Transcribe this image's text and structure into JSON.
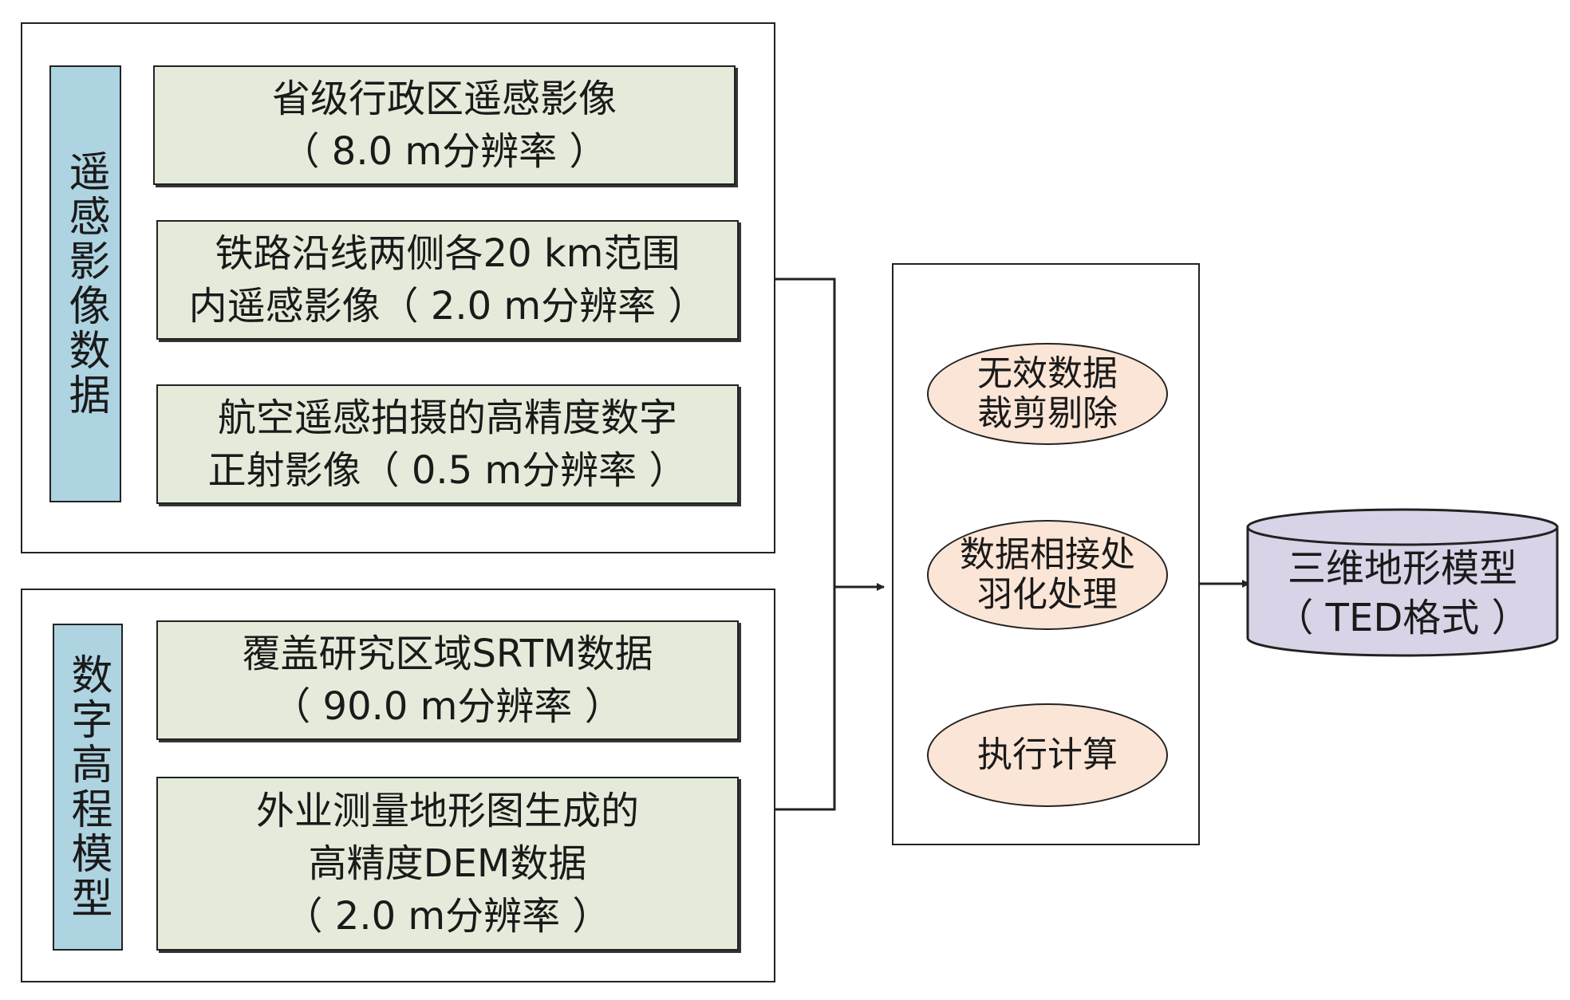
{
  "remote_sensing_group": {
    "label": "遥感影像数据",
    "sources": [
      "省级行政区遥感影像\n（ 8.0 m分辨率 ）",
      "铁路沿线两侧各20 km范围\n内遥感影像（ 2.0 m分辨率 ）",
      "航空遥感拍摄的高精度数字\n正射影像（ 0.5 m分辨率 ）"
    ]
  },
  "dem_group": {
    "label": "数字高程模型",
    "sources": [
      "覆盖研究区域SRTM数据\n（ 90.0 m分辨率 ）",
      "外业测量地形图生成的\n高精度DEM数据\n（ 2.0 m分辨率 ）"
    ]
  },
  "process_steps": [
    "无效数据\n裁剪剔除",
    "数据相接处\n羽化处理",
    "执行计算"
  ],
  "output": "三维地形模型\n（ TED格式 ）",
  "colors": {
    "group_label_fill": "#aed3e1",
    "source_box_fill": "#e5ebda",
    "process_ellipse_fill": "#fbe5d6",
    "output_cylinder_fill": "#d8d3e6",
    "line": "#222222"
  }
}
